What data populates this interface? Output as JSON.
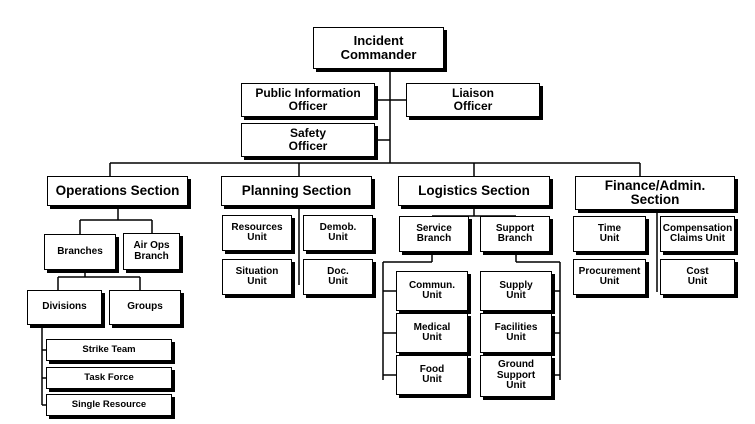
{
  "org_chart": {
    "commander": "Incident Commander",
    "command_staff": {
      "public_information": "Public Information\nOfficer",
      "liaison": "Liaison\nOfficer",
      "safety": "Safety\nOfficer"
    },
    "sections": {
      "operations": "Operations Section",
      "planning": "Planning Section",
      "logistics": "Logistics Section",
      "finance": "Finance/Admin.\nSection"
    },
    "operations": {
      "branches": "Branches",
      "air_ops_branch": "Air Ops\nBranch",
      "divisions": "Divisions",
      "groups": "Groups",
      "strike_team": "Strike Team",
      "task_force": "Task Force",
      "single_resource": "Single Resource"
    },
    "planning": {
      "resources_unit": "Resources\nUnit",
      "demob_unit": "Demob.\nUnit",
      "situation_unit": "Situation\nUnit",
      "doc_unit": "Doc.\nUnit"
    },
    "logistics": {
      "service_branch": "Service\nBranch",
      "support_branch": "Support\nBranch",
      "communications_unit": "Commun.\nUnit",
      "medical_unit": "Medical\nUnit",
      "food_unit": "Food\nUnit",
      "supply_unit": "Supply\nUnit",
      "facilities_unit": "Facilities\nUnit",
      "ground_support_unit": "Ground\nSupport\nUnit"
    },
    "finance": {
      "time_unit": "Time\nUnit",
      "compensation_claims_unit": "Compensation\nClaims Unit",
      "procurement_unit": "Procurement\nUnit",
      "cost_unit": "Cost\nUnit"
    }
  }
}
